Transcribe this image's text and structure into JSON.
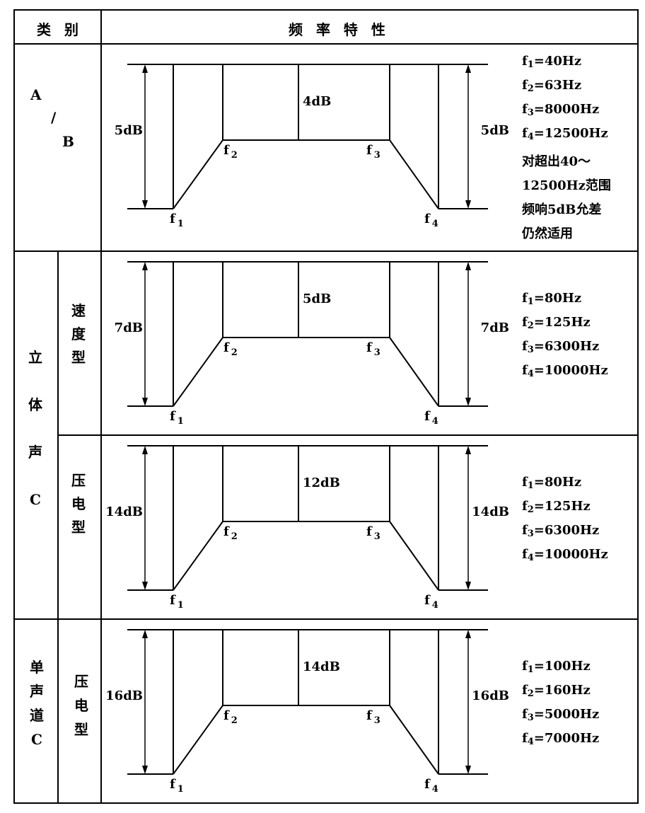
{
  "header": {
    "category": "类  别",
    "frequency": "频 率 特 性"
  },
  "rows": [
    {
      "category": {
        "top": "A",
        "slash": "/",
        "bottom": "B"
      },
      "diagram": {
        "outer": "5dB",
        "inner": "4dB",
        "f1": "f 1",
        "f2": "f 2",
        "f3": "f 3",
        "f4": "f 4"
      },
      "freqs": [
        {
          "f": "f",
          "sub": "1",
          "val": "=40Hz"
        },
        {
          "f": "f",
          "sub": "2",
          "val": "=63Hz"
        },
        {
          "f": "f",
          "sub": "3",
          "val": "=8000Hz"
        },
        {
          "f": "f",
          "sub": "4",
          "val": "=12500Hz"
        }
      ],
      "note": [
        "对超出40～",
        "12500Hz范围",
        "频响5dB允差",
        "仍然适用"
      ]
    },
    {
      "category": {
        "group": [
          "立",
          "体",
          "声",
          "C"
        ],
        "type": [
          "速",
          "度",
          "型"
        ]
      },
      "diagram": {
        "outer": "7dB",
        "inner": "5dB",
        "f1": "f 1",
        "f2": "f 2",
        "f3": "f 3",
        "f4": "f 4"
      },
      "freqs": [
        {
          "f": "f",
          "sub": "1",
          "val": "=80Hz"
        },
        {
          "f": "f",
          "sub": "2",
          "val": "=125Hz"
        },
        {
          "f": "f",
          "sub": "3",
          "val": "=6300Hz"
        },
        {
          "f": "f",
          "sub": "4",
          "val": "=10000Hz"
        }
      ]
    },
    {
      "category": {
        "type": [
          "压",
          "电",
          "型"
        ]
      },
      "diagram": {
        "outer": "14dB",
        "inner": "12dB",
        "f1": "f 1",
        "f2": "f 2",
        "f3": "f 3",
        "f4": "f 4"
      },
      "freqs": [
        {
          "f": "f",
          "sub": "1",
          "val": "=80Hz"
        },
        {
          "f": "f",
          "sub": "2",
          "val": "=125Hz"
        },
        {
          "f": "f",
          "sub": "3",
          "val": "=6300Hz"
        },
        {
          "f": "f",
          "sub": "4",
          "val": "=10000Hz"
        }
      ]
    },
    {
      "category": {
        "group": [
          "单",
          "声",
          "道",
          "C"
        ],
        "type": [
          "压",
          "电",
          "型"
        ]
      },
      "diagram": {
        "outer": "16dB",
        "inner": "14dB",
        "f1": "f 1",
        "f2": "f 2",
        "f3": "f 3",
        "f4": "f 4"
      },
      "freqs": [
        {
          "f": "f",
          "sub": "1",
          "val": "=100Hz"
        },
        {
          "f": "f",
          "sub": "2",
          "val": "=160Hz"
        },
        {
          "f": "f",
          "sub": "3",
          "val": "=5000Hz"
        },
        {
          "f": "f",
          "sub": "4",
          "val": "=7000Hz"
        }
      ]
    }
  ]
}
